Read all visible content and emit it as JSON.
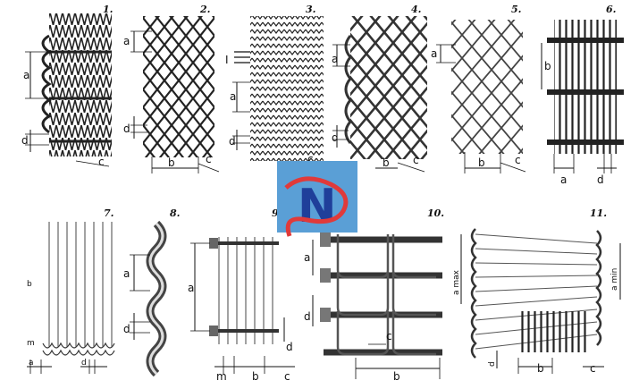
{
  "panels": [
    {
      "number": "1.",
      "labels": [
        "a",
        "d",
        "c"
      ]
    },
    {
      "number": "2.",
      "labels": [
        "a",
        "d",
        "b",
        "c"
      ]
    },
    {
      "number": "3.",
      "labels": [
        "I",
        "a",
        "d",
        "c"
      ]
    },
    {
      "number": "4.",
      "labels": [
        "a",
        "d",
        "b",
        "c"
      ]
    },
    {
      "number": "5.",
      "labels": [
        "a",
        "b",
        "c"
      ]
    },
    {
      "number": "6.",
      "labels": [
        "b",
        "a",
        "d"
      ]
    },
    {
      "number": "7.",
      "labels": [
        "b",
        "m",
        "a",
        "d"
      ]
    },
    {
      "number": "8.",
      "labels": [
        "a",
        "d"
      ]
    },
    {
      "number": "9.",
      "labels": [
        "a",
        "d",
        "m",
        "b",
        "c"
      ]
    },
    {
      "number": "10.",
      "labels": [
        "a",
        "d",
        "c",
        "b"
      ]
    },
    {
      "number": "11.",
      "labels": [
        "a max",
        "a min",
        "d",
        "b",
        "c"
      ]
    }
  ],
  "logo": {
    "letter": "N",
    "background": "#5a9fd6",
    "letter_color": "#1f3f9a",
    "swirl_color": "#e03a3a"
  }
}
